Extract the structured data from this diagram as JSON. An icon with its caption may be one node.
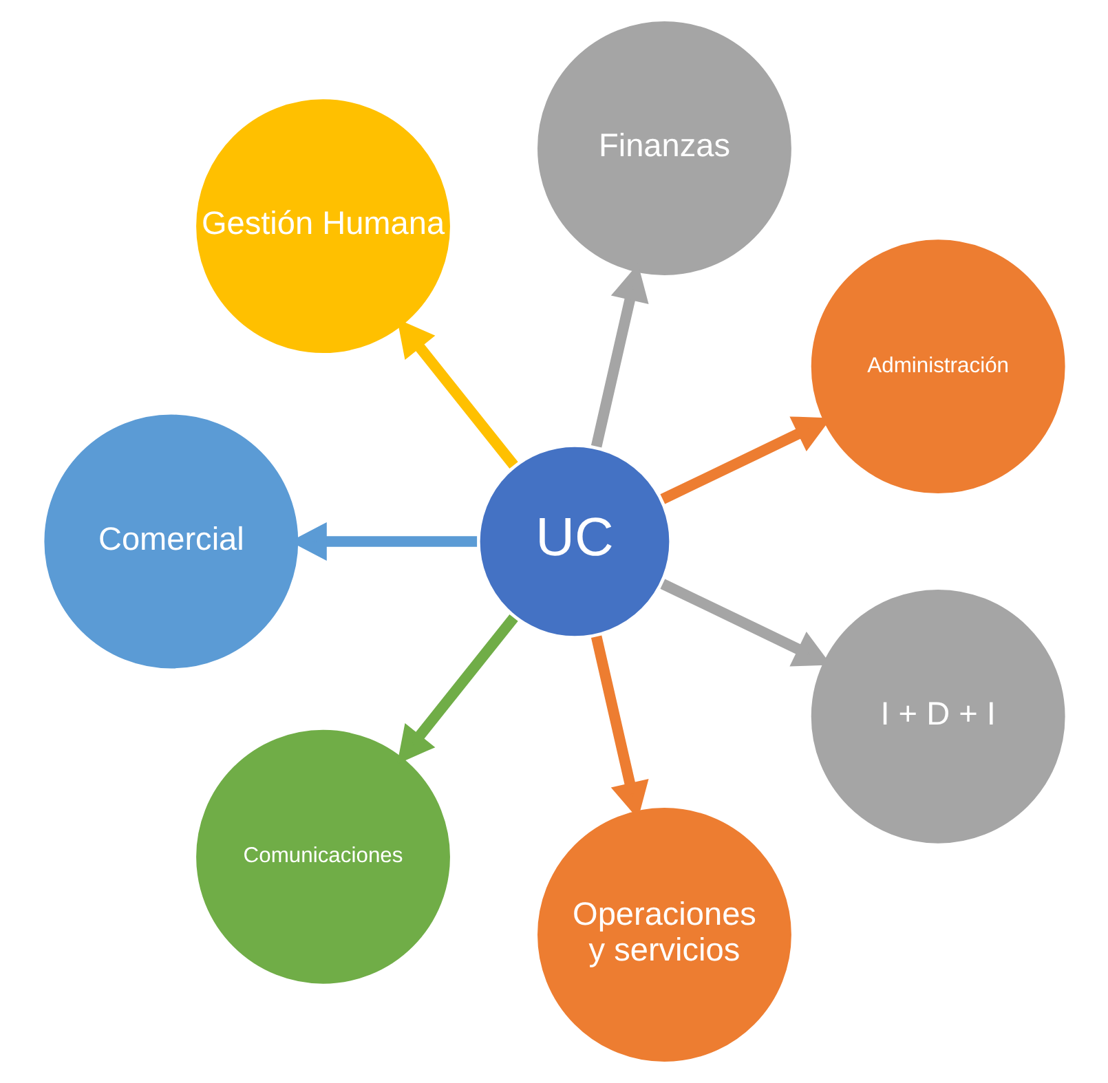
{
  "diagram": {
    "nodes": [
      {
        "text": [
          "UC"
        ]
      },
      {
        "text": [
          "Administración"
        ]
      },
      {
        "text": [
          "Finanzas"
        ]
      },
      {
        "text": [
          "Gestión Humana"
        ]
      },
      {
        "text": [
          "Comercial"
        ]
      },
      {
        "text": [
          "Comunicaciones"
        ]
      },
      {
        "text": [
          "Operaciones y servicios"
        ]
      },
      {
        "text": [
          "I + D + I"
        ]
      }
    ],
    "edges": [
      {
        "from": 0,
        "to": 1,
        "arrow": "to",
        "color": "#ed7d31"
      },
      {
        "from": 0,
        "to": 2,
        "arrow": "to",
        "color": "#a5a5a5"
      },
      {
        "from": 0,
        "to": 3,
        "arrow": "to",
        "color": "#ffc000"
      },
      {
        "from": 0,
        "to": 4,
        "arrow": "to",
        "color": "#5b9bd5"
      },
      {
        "from": 0,
        "to": 5,
        "arrow": "to",
        "color": "#70ad47"
      },
      {
        "from": 0,
        "to": 6,
        "arrow": "to",
        "color": "#ed7d31"
      },
      {
        "from": 0,
        "to": 7,
        "arrow": "to",
        "color": "#a5a5a5"
      }
    ]
  }
}
